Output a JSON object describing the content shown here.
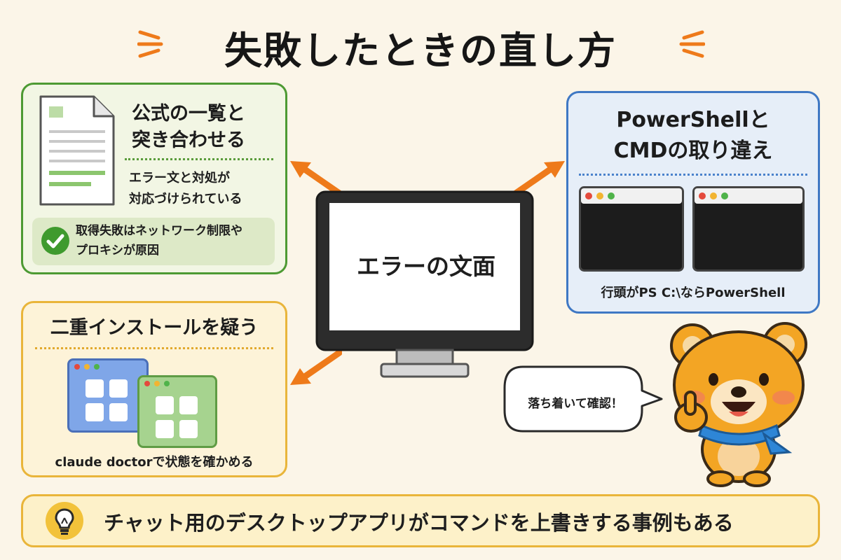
{
  "title": "失敗したときの直し方",
  "formula": {
    "title_line1": "公式の一覧と",
    "title_line2": "突き合わせる",
    "desc_line1": "エラー文と対処が",
    "desc_line2": "対応づけられている",
    "note_line1": "取得失敗はネットワーク制限や",
    "note_line2": "プロキシが原因"
  },
  "center": {
    "label": "エラーの文面"
  },
  "shell": {
    "title_line1": "PowerShellと",
    "title_line2": "CMDの取り違え",
    "caption": "行頭がPS C:\\ならPowerShell"
  },
  "double": {
    "title": "二重インストールを疑う",
    "caption": "claude doctorで状態を確かめる"
  },
  "bubble": {
    "text": "落ち着いて確認！"
  },
  "tip": {
    "text": "チャット用のデスクトップアプリがコマンドを上書きする事例もある"
  },
  "icons": {
    "document": "document-icon",
    "check": "check-icon",
    "monitor": "monitor-icon",
    "terminal": "terminal-window-icon",
    "app": "app-window-icon",
    "bulb": "lightbulb-icon",
    "bear": "bear-mascot",
    "arrow": "arrow-icon"
  },
  "colors": {
    "green": "#4d9a33",
    "blue": "#3f78c4",
    "yellow": "#e9b53a",
    "orange": "#ee7a1a"
  }
}
